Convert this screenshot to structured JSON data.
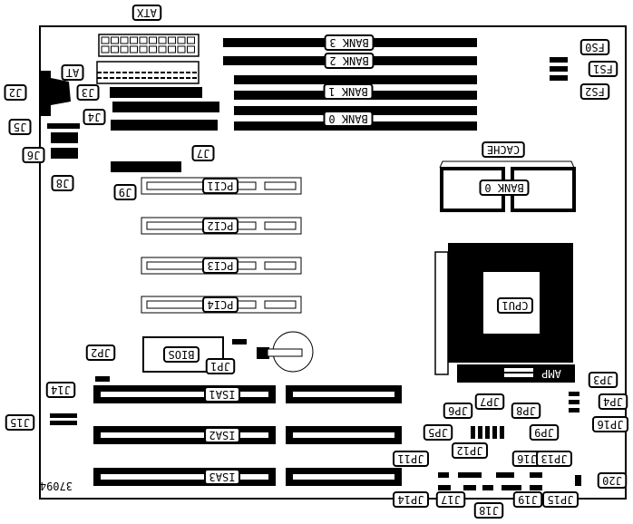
{
  "title": "Motherboard component layout",
  "board_id": "37094",
  "text_mirrored": true,
  "colors": {
    "ink": "#000000",
    "paper": "#ffffff"
  },
  "labels": {
    "ATX": "ATX",
    "AT": "AT",
    "J2": "J2",
    "J3": "J3",
    "J4": "J4",
    "J5": "J5",
    "J6": "J6",
    "J7": "J7",
    "J8": "J8",
    "J9": "J9",
    "BANK3": "BANK 3",
    "BANK2": "BANK 2",
    "BANK1": "BANK 1",
    "BANK0": "BANK 0",
    "FS0": "FS0",
    "FS1": "FS1",
    "FS2": "FS2",
    "CACHE": "CACHE",
    "CACHE_BANK0": "BANK 0",
    "PCI1": "PCI1",
    "PCI2": "PCI2",
    "PCI3": "PCI3",
    "PCI4": "PCI4",
    "CPU1": "CPU1",
    "AMP": "AMP",
    "BIOS": "BIOS",
    "JP1": "JP1",
    "JP2": "JP2",
    "JP3": "JP3",
    "JP4": "JP4",
    "JP5": "JP5",
    "JP6": "JP6",
    "JP7": "JP7",
    "JP8": "JP8",
    "JP9": "JP9",
    "JP11": "JP11",
    "JP12": "JP12",
    "JP13": "JP13",
    "JP14": "JP14",
    "JP15": "JP15",
    "JP16": "JP16",
    "J14": "J14",
    "J15": "J15",
    "J16": "J16",
    "J17": "J17",
    "J18": "J18",
    "J19": "J19",
    "J20": "J20",
    "ISA1": "ISA1",
    "ISA2": "ISA2",
    "ISA3": "ISA3"
  }
}
